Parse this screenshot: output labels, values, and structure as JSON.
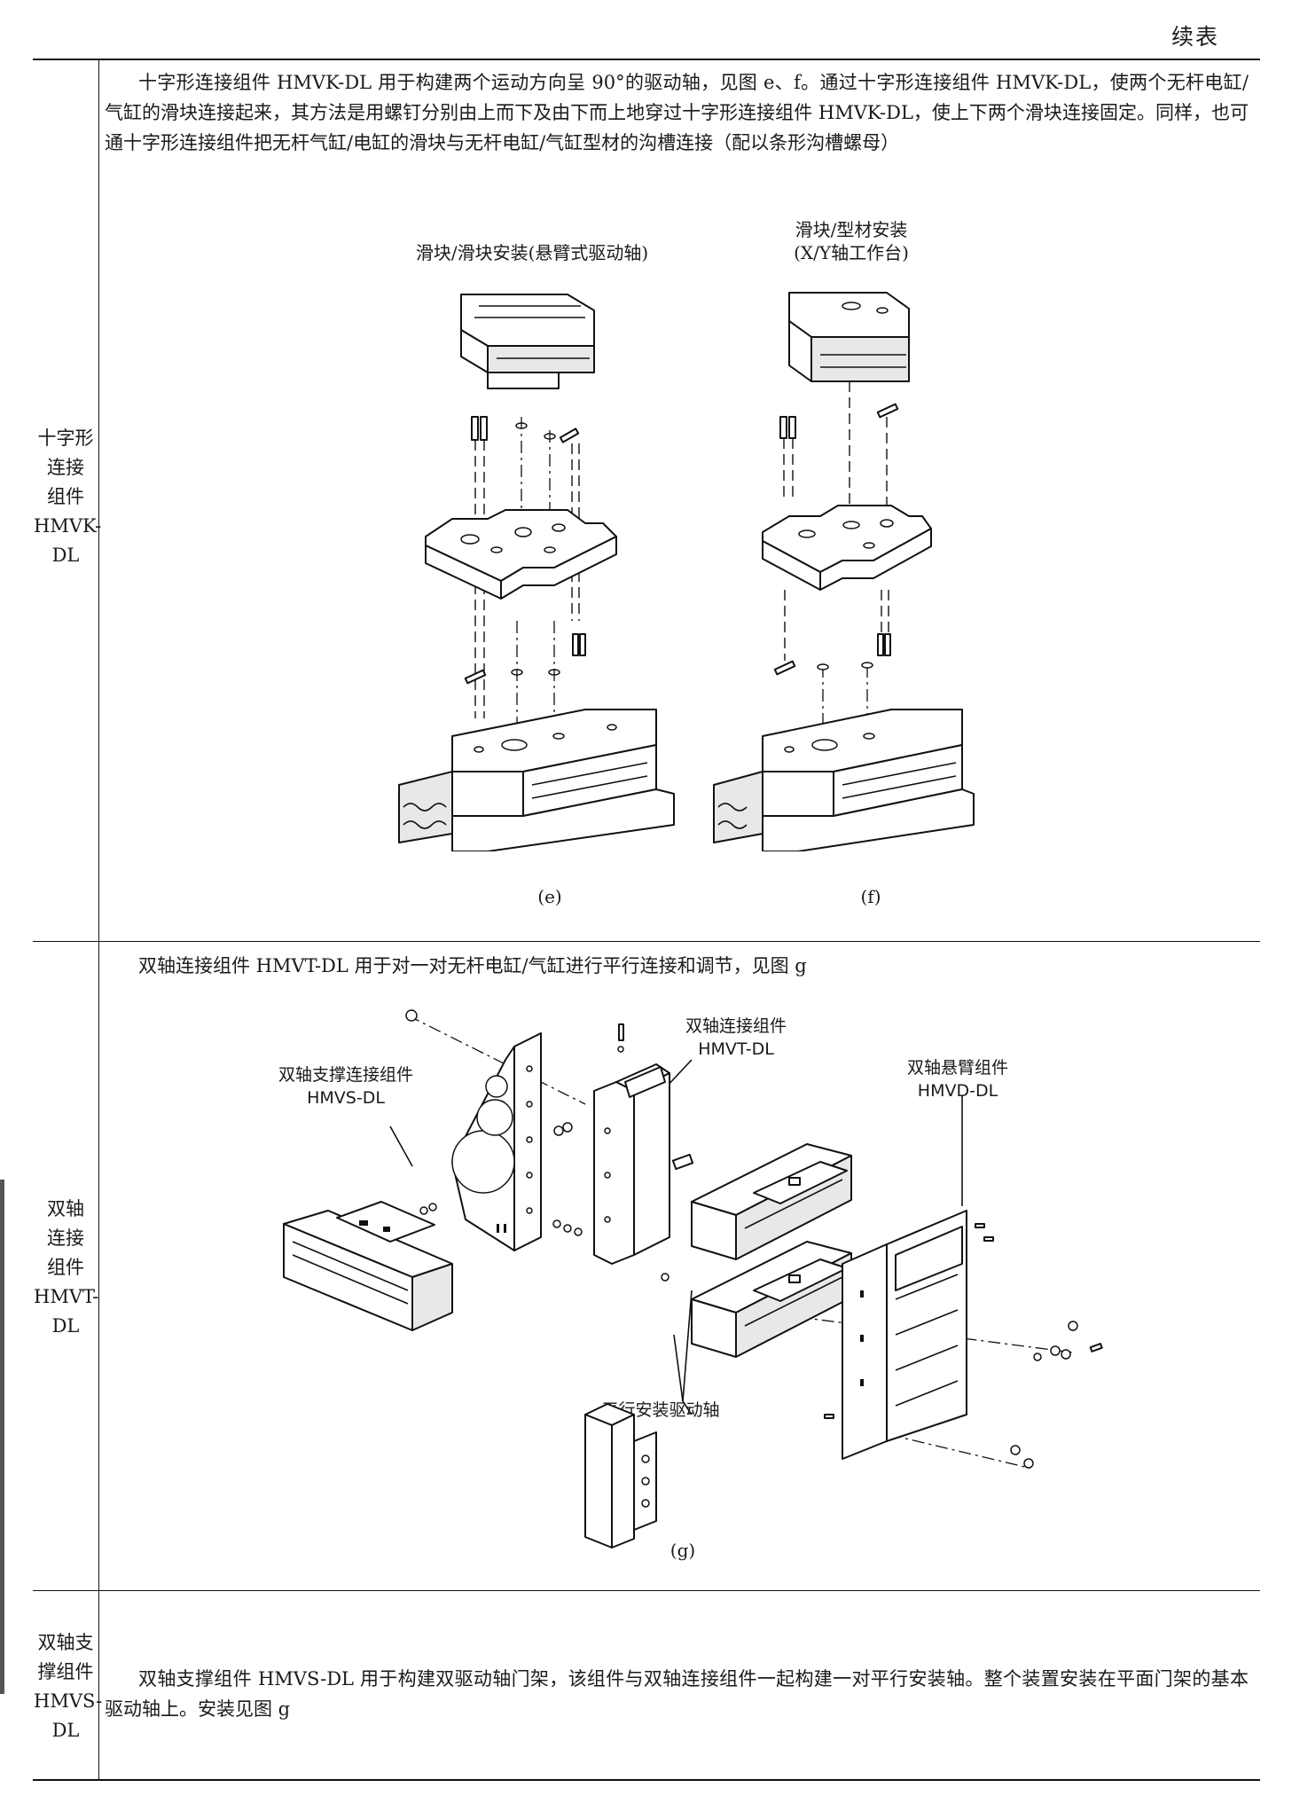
{
  "header": {
    "title": "续表"
  },
  "rows": [
    {
      "label_lines": [
        "十字形",
        "连接",
        "组件",
        "HMVK-",
        "DL"
      ],
      "text": "十字形连接组件 HMVK-DL 用于构建两个运动方向呈 90°的驱动轴，见图 e、f。通过十字形连接组件 HMVK-DL，使两个无杆电缸/气缸的滑块连接起来，其方法是用螺钉分别由上而下及由下而上地穿过十字形连接组件 HMVK-DL，使上下两个滑块连接固定。同样，也可通十字形连接组件把无杆气缸/电缸的滑块与无杆电缸/气缸型材的沟槽连接（配以条形沟槽螺母）",
      "fig_e": {
        "title": "滑块/滑块安装(悬臂式驱动轴)",
        "label": "(e)"
      },
      "fig_f": {
        "title_line1": "滑块/型材安装",
        "title_line2": "(X/Y轴工作台)",
        "label": "(f)"
      }
    },
    {
      "label_lines": [
        "双轴",
        "连接",
        "组件",
        "HMVT-",
        "DL"
      ],
      "text": "双轴连接组件 HMVT-DL 用于对一对无杆电缸/气缸进行平行连接和调节，见图 g",
      "fig_g": {
        "label": "(g)",
        "callouts": {
          "hmvs_1": "双轴支撑连接组件",
          "hmvs_2": "HMVS-DL",
          "hmvt_1": "双轴连接组件",
          "hmvt_2": "HMVT-DL",
          "hmvd_1": "双轴悬臂组件",
          "hmvd_2": "HMVD-DL",
          "parallel": "平行安装驱动轴"
        }
      }
    },
    {
      "label_lines": [
        "双轴支",
        "撑组件",
        "HMVS-",
        "DL"
      ],
      "text": "双轴支撑组件 HMVS-DL 用于构建双驱动轴门架，该组件与双轴连接组件一起构建一对平行安装轴。整个装置安装在平面门架的基本驱动轴上。安装见图 g"
    }
  ]
}
